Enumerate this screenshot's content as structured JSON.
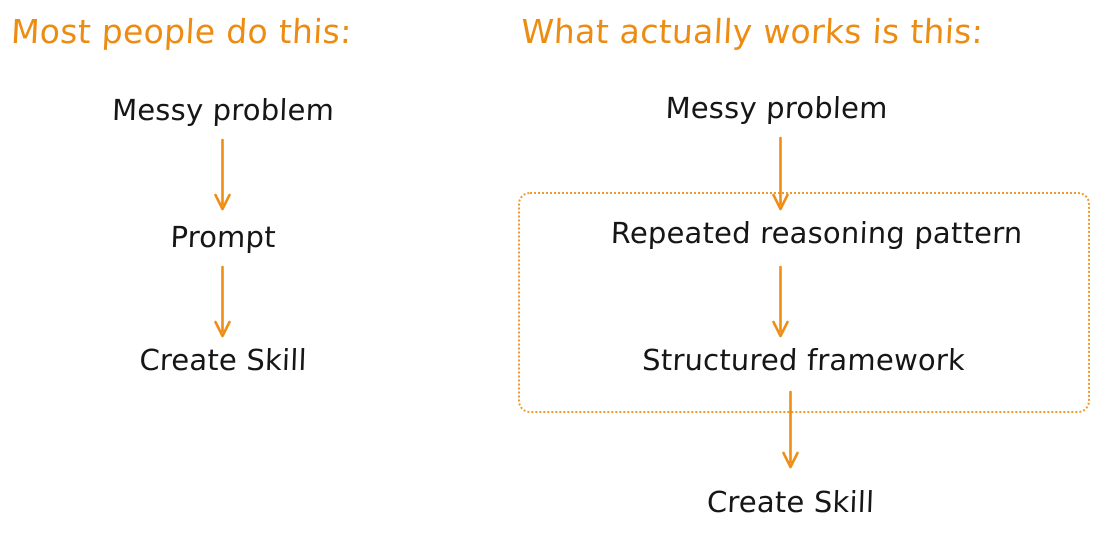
{
  "diagram": {
    "type": "flow-comparison",
    "background_color": "#ffffff",
    "accent_color": "#ED8C12",
    "text_color": "#161616",
    "box_border_color": "#ED9A2E",
    "columns": [
      {
        "id": "left",
        "title": "Most people do this:",
        "nodes": [
          {
            "id": "left-node-1",
            "label": "Messy problem"
          },
          {
            "id": "left-node-2",
            "label": "Prompt"
          },
          {
            "id": "left-node-3",
            "label": "Create Skill"
          }
        ],
        "arrows": [
          {
            "from": "left-node-1",
            "to": "left-node-2"
          },
          {
            "from": "left-node-2",
            "to": "left-node-3"
          }
        ],
        "group_box": null
      },
      {
        "id": "right",
        "title": "What actually works is this:",
        "nodes": [
          {
            "id": "right-node-1",
            "label": "Messy problem"
          },
          {
            "id": "right-node-2",
            "label": "Repeated reasoning pattern"
          },
          {
            "id": "right-node-3",
            "label": "Structured framework"
          },
          {
            "id": "right-node-4",
            "label": "Create Skill"
          }
        ],
        "arrows": [
          {
            "from": "right-node-1",
            "to": "right-node-2"
          },
          {
            "from": "right-node-2",
            "to": "right-node-3"
          },
          {
            "from": "right-node-3",
            "to": "right-node-4"
          }
        ],
        "group_box": {
          "id": "reasoning-group",
          "style": "dotted",
          "contains": [
            "right-node-2",
            "right-node-3"
          ]
        }
      }
    ]
  }
}
